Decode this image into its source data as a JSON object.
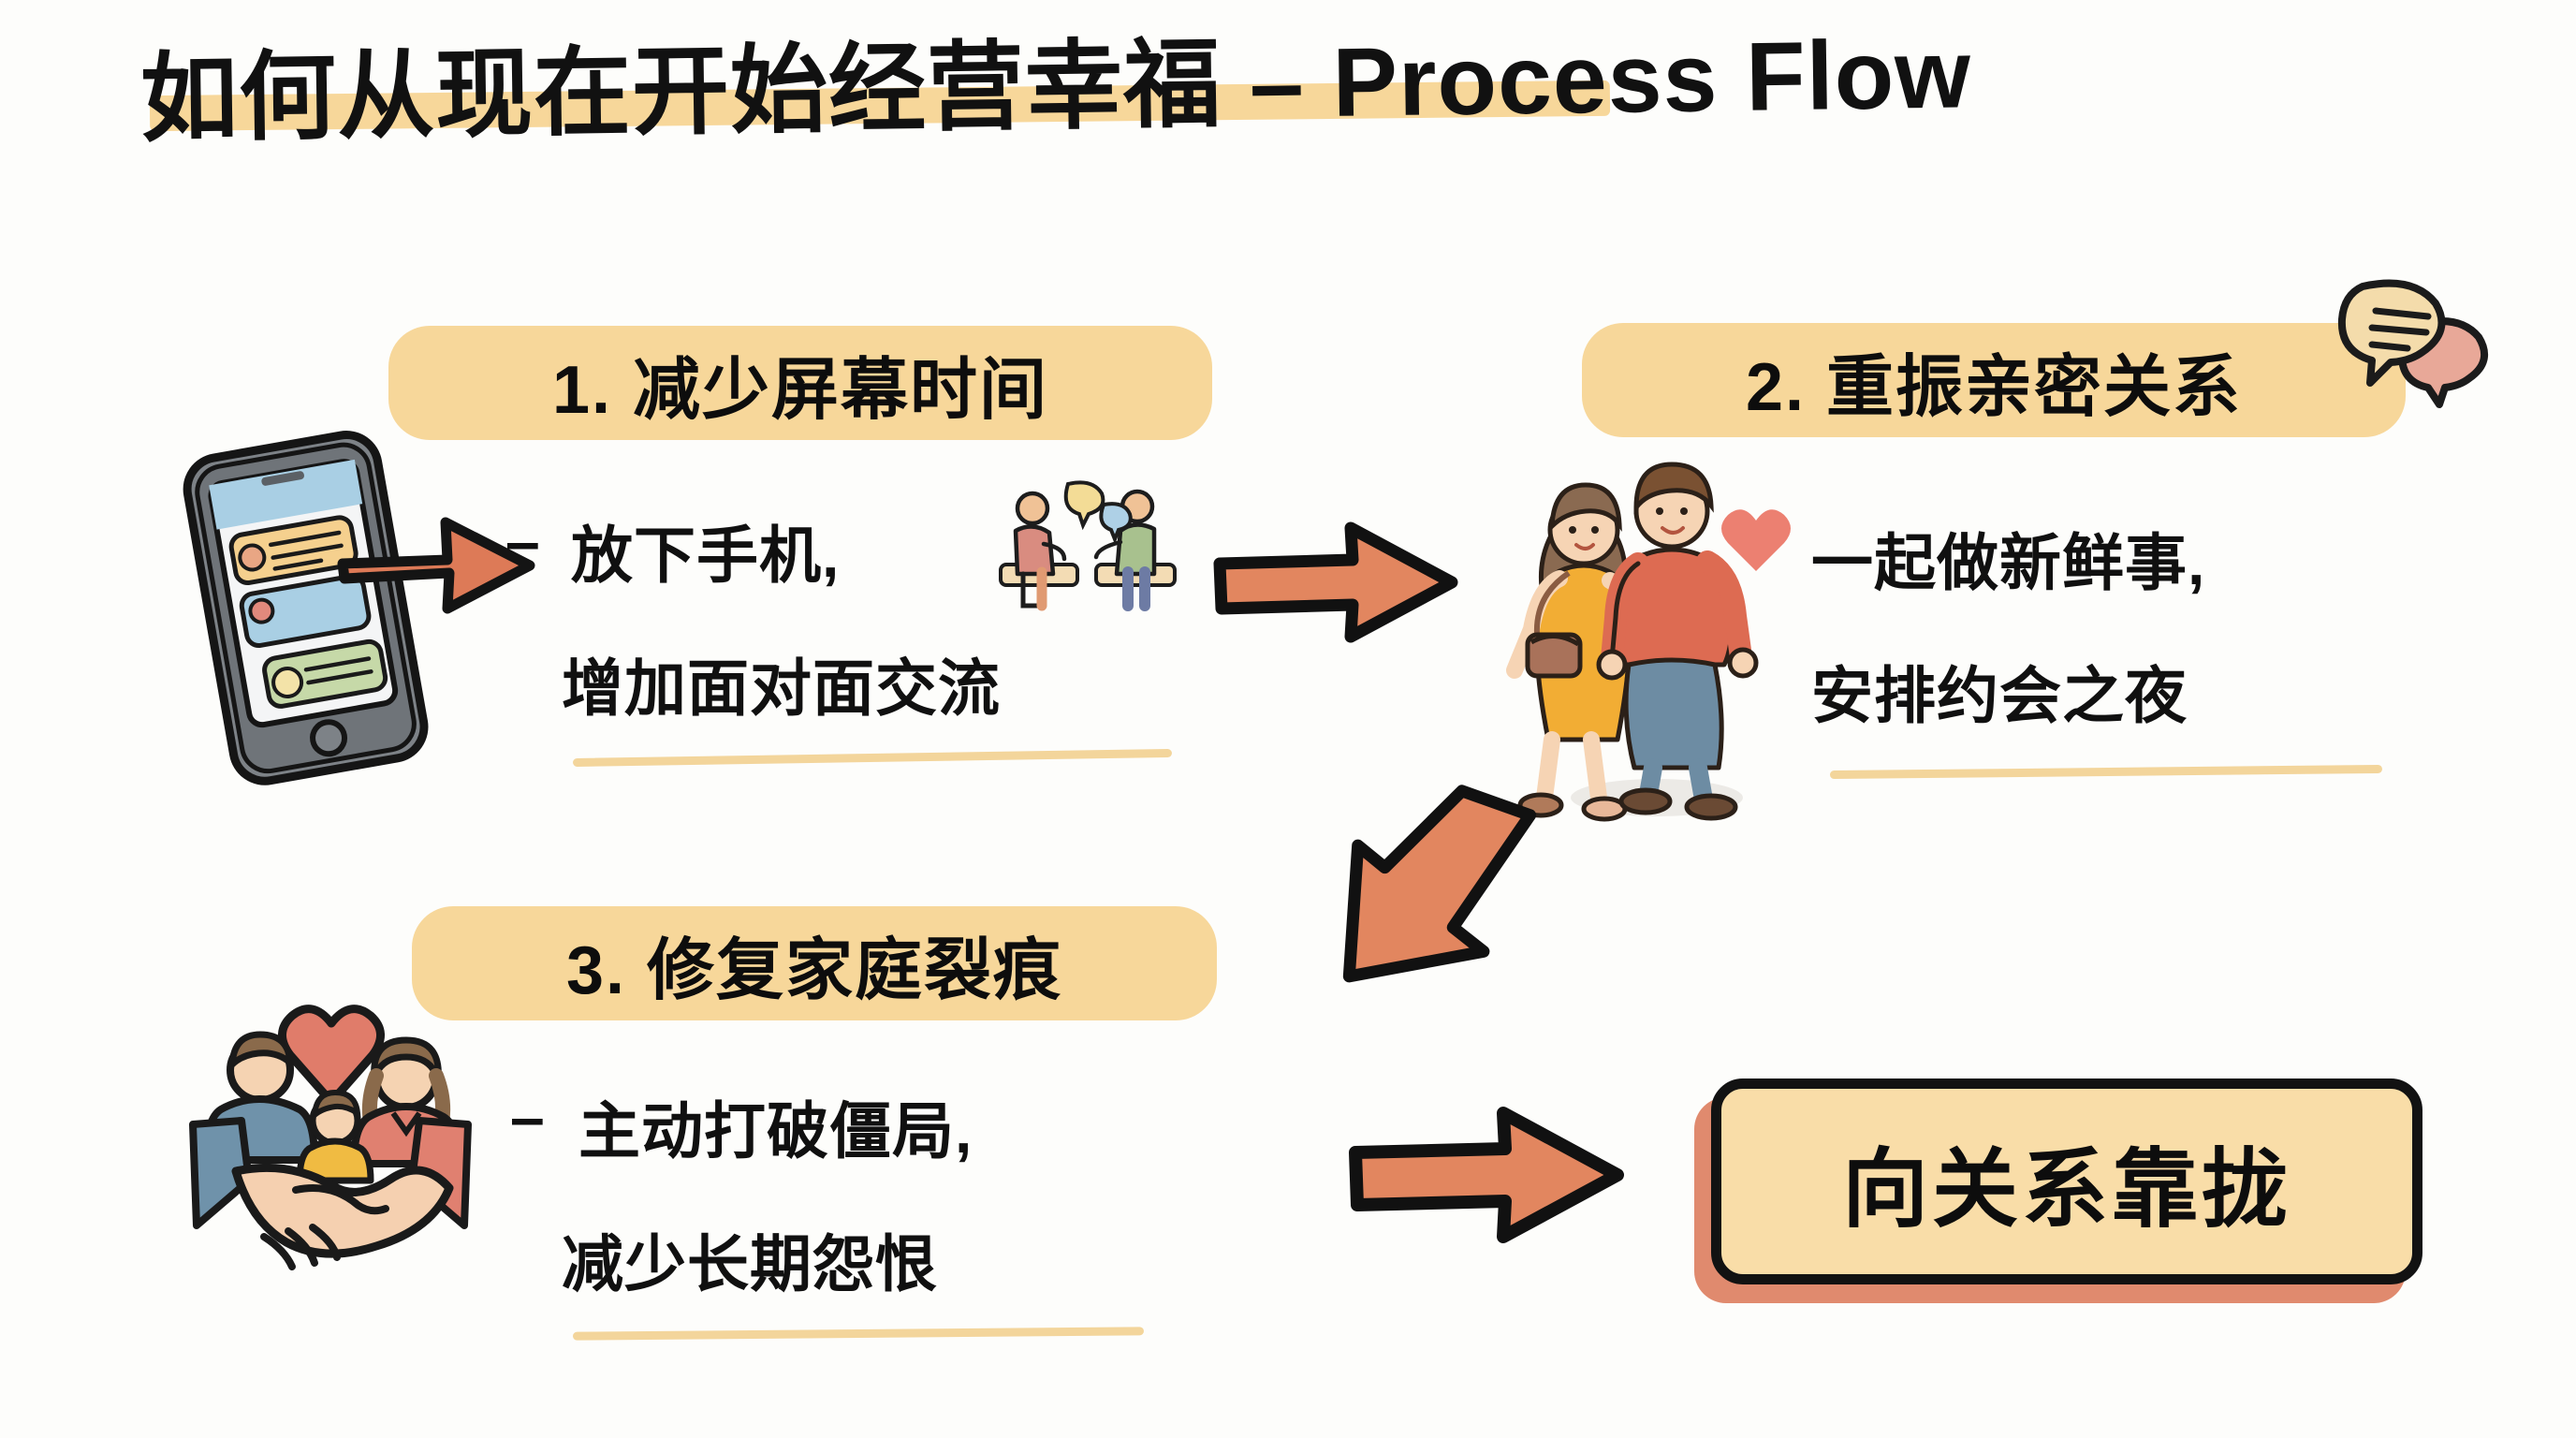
{
  "page": {
    "title": "如何从现在开始经营幸福 – Process Flow",
    "background_color": "#fdfdfb",
    "accent_highlight": "#f7d79a",
    "accent_arrow": "#e2865f",
    "ink": "#111111"
  },
  "steps": [
    {
      "number": "1.",
      "heading": "1. 减少屏幕时间",
      "bullet_mark": "–",
      "body_lines": [
        "放下手机,",
        "增加面对面交流"
      ],
      "icon_name": "smartphone-chat-icon",
      "inline_icon_name": "two-people-talking-icon"
    },
    {
      "number": "2.",
      "heading": "2. 重振亲密关系",
      "bullet_mark": "",
      "body_lines": [
        "一起做新鲜事,",
        "安排约会之夜"
      ],
      "icon_name": "couple-walking-icon",
      "inline_icon_name": "speech-bubbles-icon"
    },
    {
      "number": "3.",
      "heading": "3. 修复家庭裂痕",
      "bullet_mark": "–",
      "body_lines": [
        "主动打破僵局,",
        "减少长期怨恨"
      ],
      "icon_name": "family-handshake-icon",
      "inline_icon_name": ""
    }
  ],
  "outcome": {
    "label": "向关系靠拢",
    "fill_color": "#f9dda8",
    "border_color": "#121212",
    "shadow_color": "#e08a6e"
  },
  "arrows": [
    {
      "name": "arrow-step1-to-step2",
      "direction": "right",
      "color": "#e2865f"
    },
    {
      "name": "arrow-step2-to-step3",
      "direction": "down-left",
      "color": "#e2865f"
    },
    {
      "name": "arrow-step3-to-outcome",
      "direction": "right",
      "color": "#e2865f"
    },
    {
      "name": "arrow-phone-to-step1-text",
      "direction": "right",
      "color": "#dd7a57"
    }
  ]
}
